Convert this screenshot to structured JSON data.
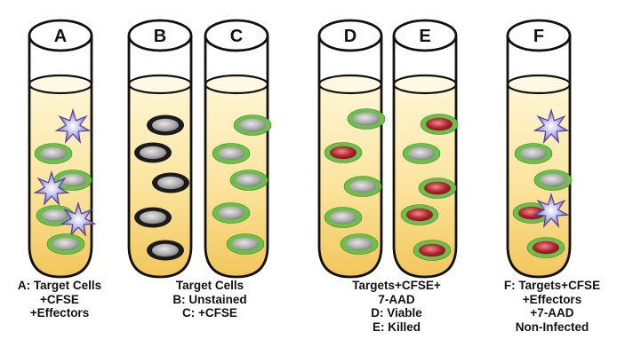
{
  "tubes": [
    {
      "id": "A",
      "label": "A",
      "cells": [
        {
          "kind": "star"
        },
        {
          "kind": "green-gray"
        },
        {
          "kind": "green-gray"
        },
        {
          "kind": "star"
        },
        {
          "kind": "green-gray"
        },
        {
          "kind": "star"
        },
        {
          "kind": "green-gray"
        }
      ]
    },
    {
      "id": "B",
      "label": "B",
      "cells": [
        {
          "kind": "black-gray"
        },
        {
          "kind": "black-gray"
        },
        {
          "kind": "black-gray"
        },
        {
          "kind": "black-gray"
        },
        {
          "kind": "black-gray"
        }
      ]
    },
    {
      "id": "C",
      "label": "C",
      "cells": [
        {
          "kind": "green-gray"
        },
        {
          "kind": "green-gray"
        },
        {
          "kind": "green-gray"
        },
        {
          "kind": "green-gray"
        },
        {
          "kind": "green-gray"
        }
      ]
    },
    {
      "id": "D",
      "label": "D",
      "cells": [
        {
          "kind": "green-gray"
        },
        {
          "kind": "green-red"
        },
        {
          "kind": "green-gray"
        },
        {
          "kind": "green-gray"
        },
        {
          "kind": "green-gray"
        }
      ]
    },
    {
      "id": "E",
      "label": "E",
      "cells": [
        {
          "kind": "green-red"
        },
        {
          "kind": "green-gray"
        },
        {
          "kind": "green-red"
        },
        {
          "kind": "green-red"
        },
        {
          "kind": "green-red"
        }
      ]
    },
    {
      "id": "F",
      "label": "F",
      "cells": [
        {
          "kind": "star"
        },
        {
          "kind": "green-gray"
        },
        {
          "kind": "green-gray"
        },
        {
          "kind": "green-red"
        },
        {
          "kind": "star"
        },
        {
          "kind": "green-red"
        }
      ]
    }
  ],
  "captions": {
    "a": [
      "A: Target Cells",
      "+CFSE",
      "+Effectors"
    ],
    "bc": [
      "Target Cells",
      "B: Unstained",
      "C: +CFSE"
    ],
    "de": [
      "Targets+CFSE+",
      "7-AAD",
      "D: Viable",
      "E: Killed"
    ],
    "f": [
      "F: Targets+CFSE",
      "+Effectors",
      "+7-AAD",
      "Non-Infected"
    ]
  },
  "colors": {
    "liquid_top": "#FFF6D6",
    "liquid_bottom": "#F4CC62",
    "cfse_ring": "#6CBF4A",
    "unstained_ring": "#1A1A1A",
    "viable_core": "#A8A8A8",
    "killed_core": "#B0232E",
    "effector": "#7A6FC9",
    "outline": "#111111"
  }
}
